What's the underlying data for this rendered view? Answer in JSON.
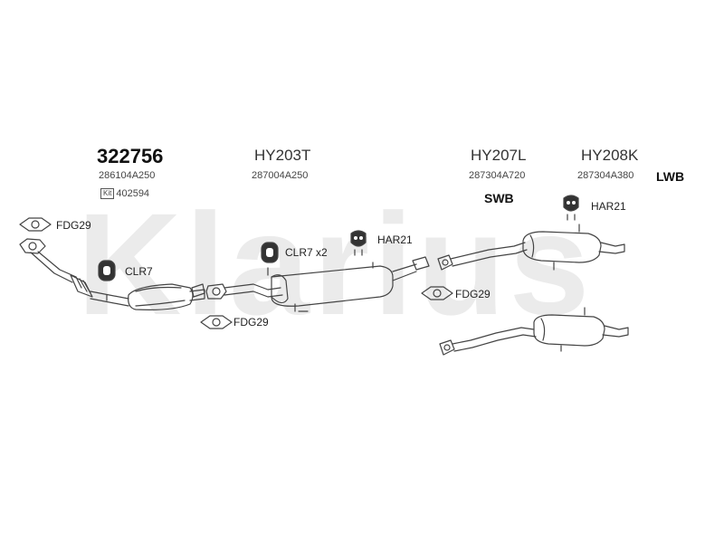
{
  "watermark": "Klarius",
  "kit_number": "322756",
  "kit_oe_number": "286104A250",
  "kit_icon": "Kit",
  "kit_ref": "402594",
  "parts": [
    {
      "code": "HY203T",
      "oe": "287004A250"
    },
    {
      "code": "HY207L",
      "oe": "287304A720",
      "variant": "SWB"
    },
    {
      "code": "HY208K",
      "oe": "287304A380",
      "variant": "LWB"
    }
  ],
  "fittings": {
    "fdg29_top": "FDG29",
    "clr7": "CLR7",
    "fdg29_bottom": "FDG29",
    "clr7_x2": "CLR7 x2",
    "har21_mid": "HAR21",
    "fdg29_mid": "FDG29",
    "har21_right": "HAR21"
  },
  "icons": {
    "gasket": "gasket-icon",
    "rubber_hanger": "rubber-hanger-icon",
    "rubber_mount": "rubber-mount-icon"
  }
}
